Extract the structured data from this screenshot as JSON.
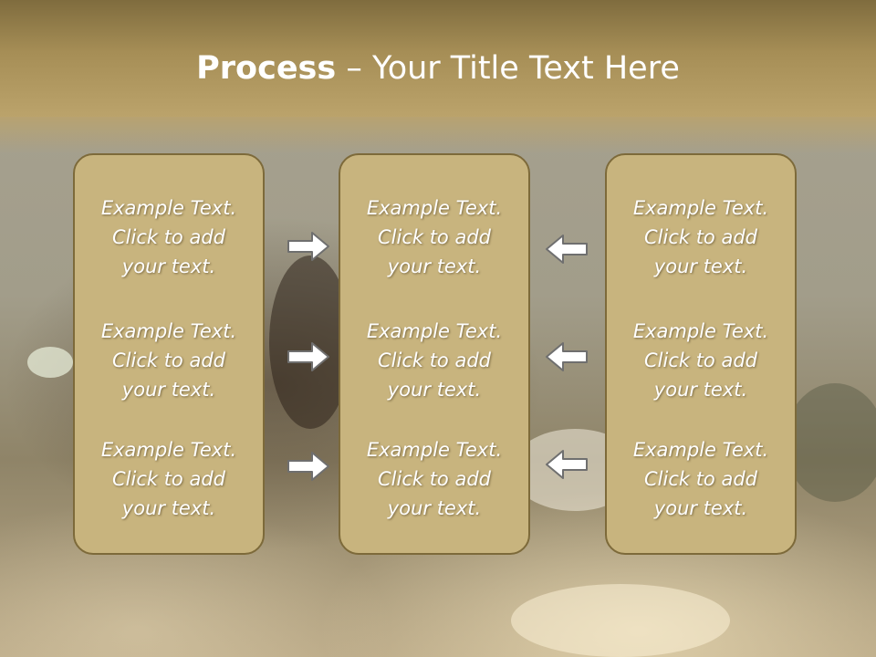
{
  "slide": {
    "title_bold": "Process",
    "title_rest": " – Your Title Text Here"
  },
  "columns": [
    {
      "items": [
        [
          "Example Text.",
          "Click  to add",
          "your text."
        ],
        [
          "Example Text.",
          "Click  to add",
          "your text."
        ],
        [
          "Example Text.",
          "Click  to add",
          "your text."
        ]
      ]
    },
    {
      "items": [
        [
          "Example Text.",
          "Click  to add",
          "your text."
        ],
        [
          "Example Text.",
          "Click  to add",
          "your text."
        ],
        [
          "Example Text.",
          "Click  to add",
          "your text."
        ]
      ]
    },
    {
      "items": [
        [
          "Example Text.",
          "Click  to add",
          "your text."
        ],
        [
          "Example Text.",
          "Click  to add",
          "your text."
        ],
        [
          "Example Text.",
          "Click  to add",
          "your text."
        ]
      ]
    }
  ],
  "arrows": {
    "left_group": "arrow-right-icon",
    "right_group": "arrow-left-icon"
  },
  "colors": {
    "title_band": "#a68e56",
    "box_fill": "#c8b47e",
    "box_border": "#7d6a3a",
    "text": "#ffffff"
  }
}
